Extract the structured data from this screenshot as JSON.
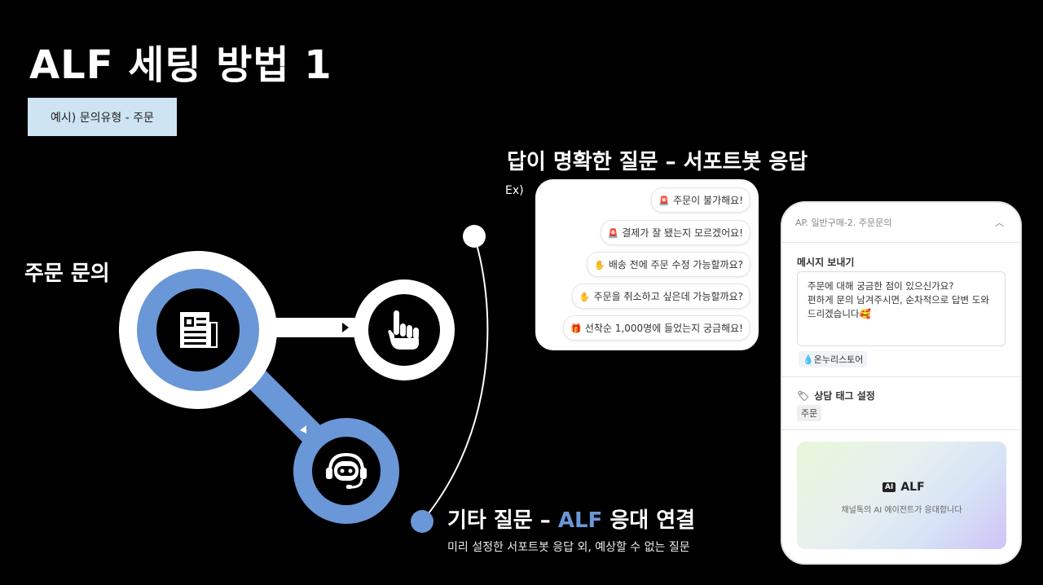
{
  "title": "ALF 세팅 방법 1",
  "example_box": "예시) 문의유형 - 주문",
  "order_inquiry_label": "주문 문의",
  "clear_question_heading": "답이 명확한 질문 – 서포트봇 응답",
  "ex_label": "Ex)",
  "chat_examples": [
    {
      "emoji": "🚨",
      "text": "주문이 불가해요!"
    },
    {
      "emoji": "🚨",
      "text": "결제가 잘 됐는지 모르겠어요!"
    },
    {
      "emoji": "✋",
      "text": "배송 전에 주문 수정 가능할까요?"
    },
    {
      "emoji": "✋",
      "text": "주문을 취소하고 싶은데 가능할까요?"
    },
    {
      "emoji": "🎁",
      "text": "선착순 1,000명에 들었는지 궁금해요!"
    }
  ],
  "other_question": {
    "prefix": "기타 질문 – ",
    "accent": "ALF",
    "suffix": " 응대 연결",
    "sub": "미리 설정한 서포트봇 응답 외, 예상할 수 없는 질문"
  },
  "phone": {
    "header": "AP. 일반구매-2. 주문문의",
    "send_message_title": "메시지 보내기",
    "message_lines": [
      "주문에 대해 궁금한 점이 있으신가요?",
      "편하게 문의 남겨주시면, 순차적으로 답변 도와",
      "드리겠습니다🥰"
    ],
    "store_chip": "온누리스토어",
    "tag_title": "상담 태그 설정",
    "tag_value": "주문",
    "alf_badge": "AI",
    "alf_name": "ALF",
    "alf_desc": "채널톡의 AI 에이전트가 응대합니다"
  },
  "colors": {
    "accent_blue": "#6a97d7",
    "label_box_bg": "#cfe4f3"
  },
  "icons": [
    "newspaper-icon",
    "pointing-hand-icon",
    "headset-robot-icon"
  ]
}
